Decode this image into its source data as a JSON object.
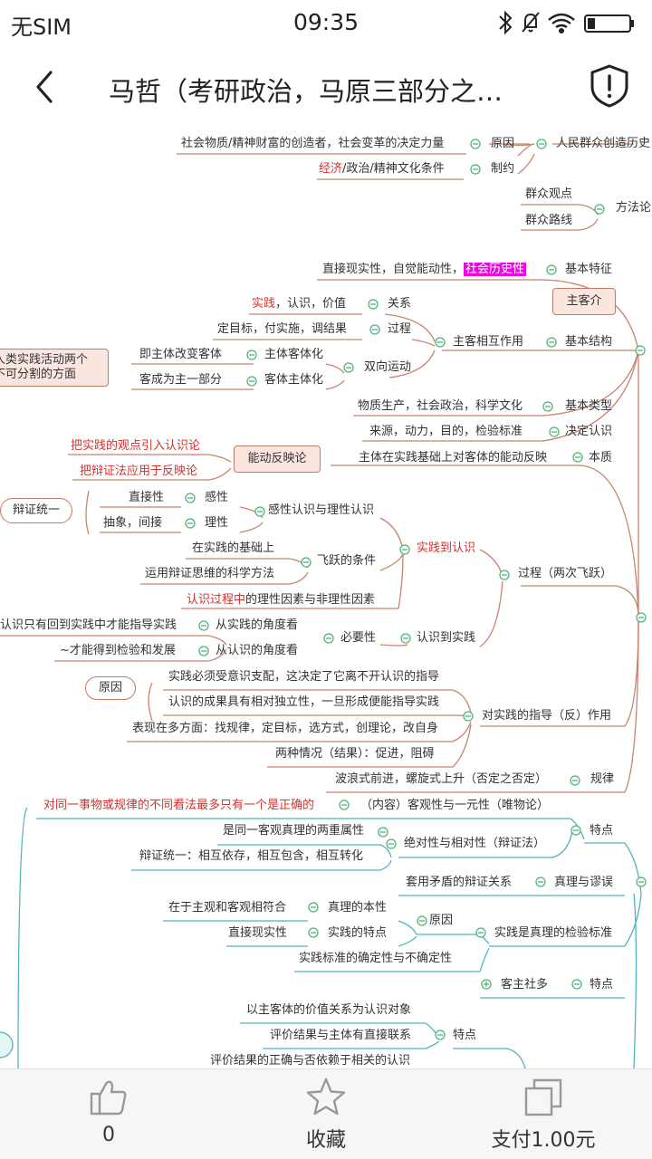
{
  "status_bar": {
    "carrier": "无SIM",
    "time": "09:35",
    "battery_icon": "battery-icon",
    "wifi_icon": "wifi-icon",
    "bluetooth_icon": "bluetooth-icon",
    "mute_icon": "bell-off-icon"
  },
  "header": {
    "title": "马哲（考研政治，马原三部分之…"
  },
  "mindmap": {
    "n_people_creators": "社会物质/精神财富的创造者，社会变革的决定力量",
    "n_reason": "原因",
    "n_people_history": "人民群众创造历史",
    "n_econ": "经济",
    "n_econ_rest": "/政治/精神文化条件",
    "n_constraint": "制约",
    "n_mass_view": "群众观点",
    "n_methodology": "方法论",
    "n_mass_line": "群众路线",
    "n_direct_reality": "直接现实性，自觉能动性，",
    "n_social_history": "社会历史性",
    "n_basic_feature": "基本特征",
    "n_subj_obj_intro": "主客介",
    "n_practice": "实践",
    "n_practice_rest": "，认识，价值",
    "n_relation": "关系",
    "n_process_steps": "定目标，付实施，调结果",
    "n_process": "过程",
    "n_subj_obj_interact": "主客相互作用",
    "n_basic_structure": "基本结构",
    "n_human_practice": "人类实践活动两个\n不可分割的方面",
    "n_subj_change": "即主体改变客体",
    "n_subj_objectify": "主体客体化",
    "n_two_way": "双向运动",
    "n_obj_part": "客成为主一部分",
    "n_obj_subjectify": "客体主体化",
    "n_types_list": "物质生产，社会政治，科学文化",
    "n_basic_types": "基本类型",
    "n_source_list": "来源，动力，目的，检验标准",
    "n_decide_cognition": "决定认识",
    "n_introduce_practice": "把实践的观点引入认识论",
    "n_active_reflection": "能动反映论",
    "n_essence_text": "主体在实践基础上对客体的能动反映",
    "n_essence": "本质",
    "n_apply_dialectics": "把辩证法应用于反映论",
    "n_dialectic_unity": "辩证统一",
    "n_direct": "直接性",
    "n_perceptual": "感性",
    "n_abstract": "抽象，间接",
    "n_rational": "理性",
    "n_perc_rational": "感性认识与理性认识",
    "n_on_practice": "在实践的基础上",
    "n_leap_cond": "飞跃的条件",
    "n_practice_to_cog": "实践到认识",
    "n_use_dialectics": "运用辩证思维的科学方法",
    "n_process_two_leaps": "过程（两次飞跃）",
    "n_cog_process": "认识过程中",
    "n_cog_process_rest": "的理性因素与非理性因素",
    "n_only_back": "认识只有回到实践中才能指导实践",
    "n_from_practice": "从实践的角度看",
    "n_necessity": "必要性",
    "n_cog_to_practice": "认识到实践",
    "n_verified": "~才能得到检验和发展",
    "n_from_cognition": "从认识的角度看",
    "n_reason2": "原因",
    "n_practice_governed": "实践必须受意识支配，这决定了它离不开认识的指导",
    "n_relative_indep": "认识的成果具有相对独立性，一旦形成便能指导实践",
    "n_guide_role": "对实践的指导（反）作用",
    "n_manifest": "表现在多方面：找规律，定目标，选方式，创理论，改自身",
    "n_two_results": "两种情况（结果）：促进，阻碍",
    "n_wave_spiral": "波浪式前进，螺旋式上升（否定之否定）",
    "n_law": "规律",
    "n_at_most_one": "对同一事物或规律的不同看法最多只有一个是正确的",
    "n_content_obj": "（内容）客观性与一元性（唯物论）",
    "n_feature": "特点",
    "n_two_attrs": "是同一客观真理的两重属性",
    "n_abs_rel": "绝对性与相对性（辩证法）",
    "n_dialectic_unity2": "辩证统一：相互依存，相互包含，相互转化",
    "n_contradiction": "套用矛盾的辩证关系",
    "n_truth_error": "真理与谬误",
    "n_subj_obj_match": "在于主观和客观相符合",
    "n_truth_nature": "真理的本性",
    "n_reason3": "原因",
    "n_practice_criterion": "实践是真理的检验标准",
    "n_direct_reality2": "直接现实性",
    "n_practice_feature": "实践的特点",
    "n_certainty": "实践标准的确定性与不确定性",
    "n_kezhu": "客主社多",
    "n_feature2": "特点",
    "n_value_relation": "以主客体的价值关系为认识对象",
    "n_feature3": "特点",
    "n_eval_subject": "评价结果与主体有直接联系",
    "n_eval_depends": "评价结果的正确与否依赖于相关的认识"
  },
  "bottom_bar": {
    "like_count": "0",
    "favorite_label": "收藏",
    "pay_label": "支付1.00元"
  },
  "colors": {
    "branch_orange": "#c9826f",
    "branch_teal": "#4fb3bd",
    "highlight": "#e60adf",
    "accent_red": "#d6312c"
  }
}
